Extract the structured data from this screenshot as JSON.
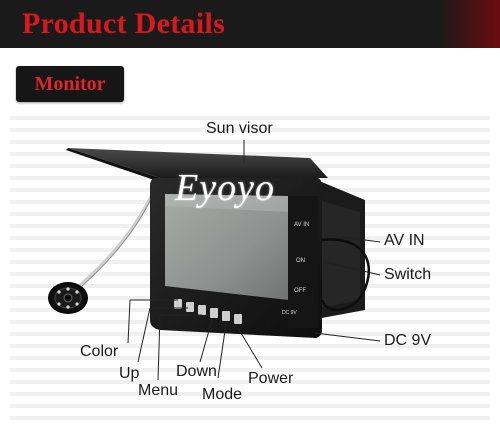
{
  "header": {
    "title": "Product Details"
  },
  "section": {
    "label": "Monitor"
  },
  "brand": "Eyoyo",
  "labels": {
    "sun_visor": "Sun visor",
    "av_in": "AV IN",
    "switch": "Switch",
    "dc_9v": "DC 9V",
    "color": "Color",
    "up": "Up",
    "menu": "Menu",
    "down": "Down",
    "mode": "Mode",
    "power": "Power"
  },
  "device_text": {
    "av_in": "AV IN",
    "on": "ON",
    "off": "OFF",
    "dc": "DC 9V"
  },
  "colors": {
    "banner_bg": "#1a1a1a",
    "title_red": "#d8181c",
    "tag_red": "#e0242a"
  }
}
